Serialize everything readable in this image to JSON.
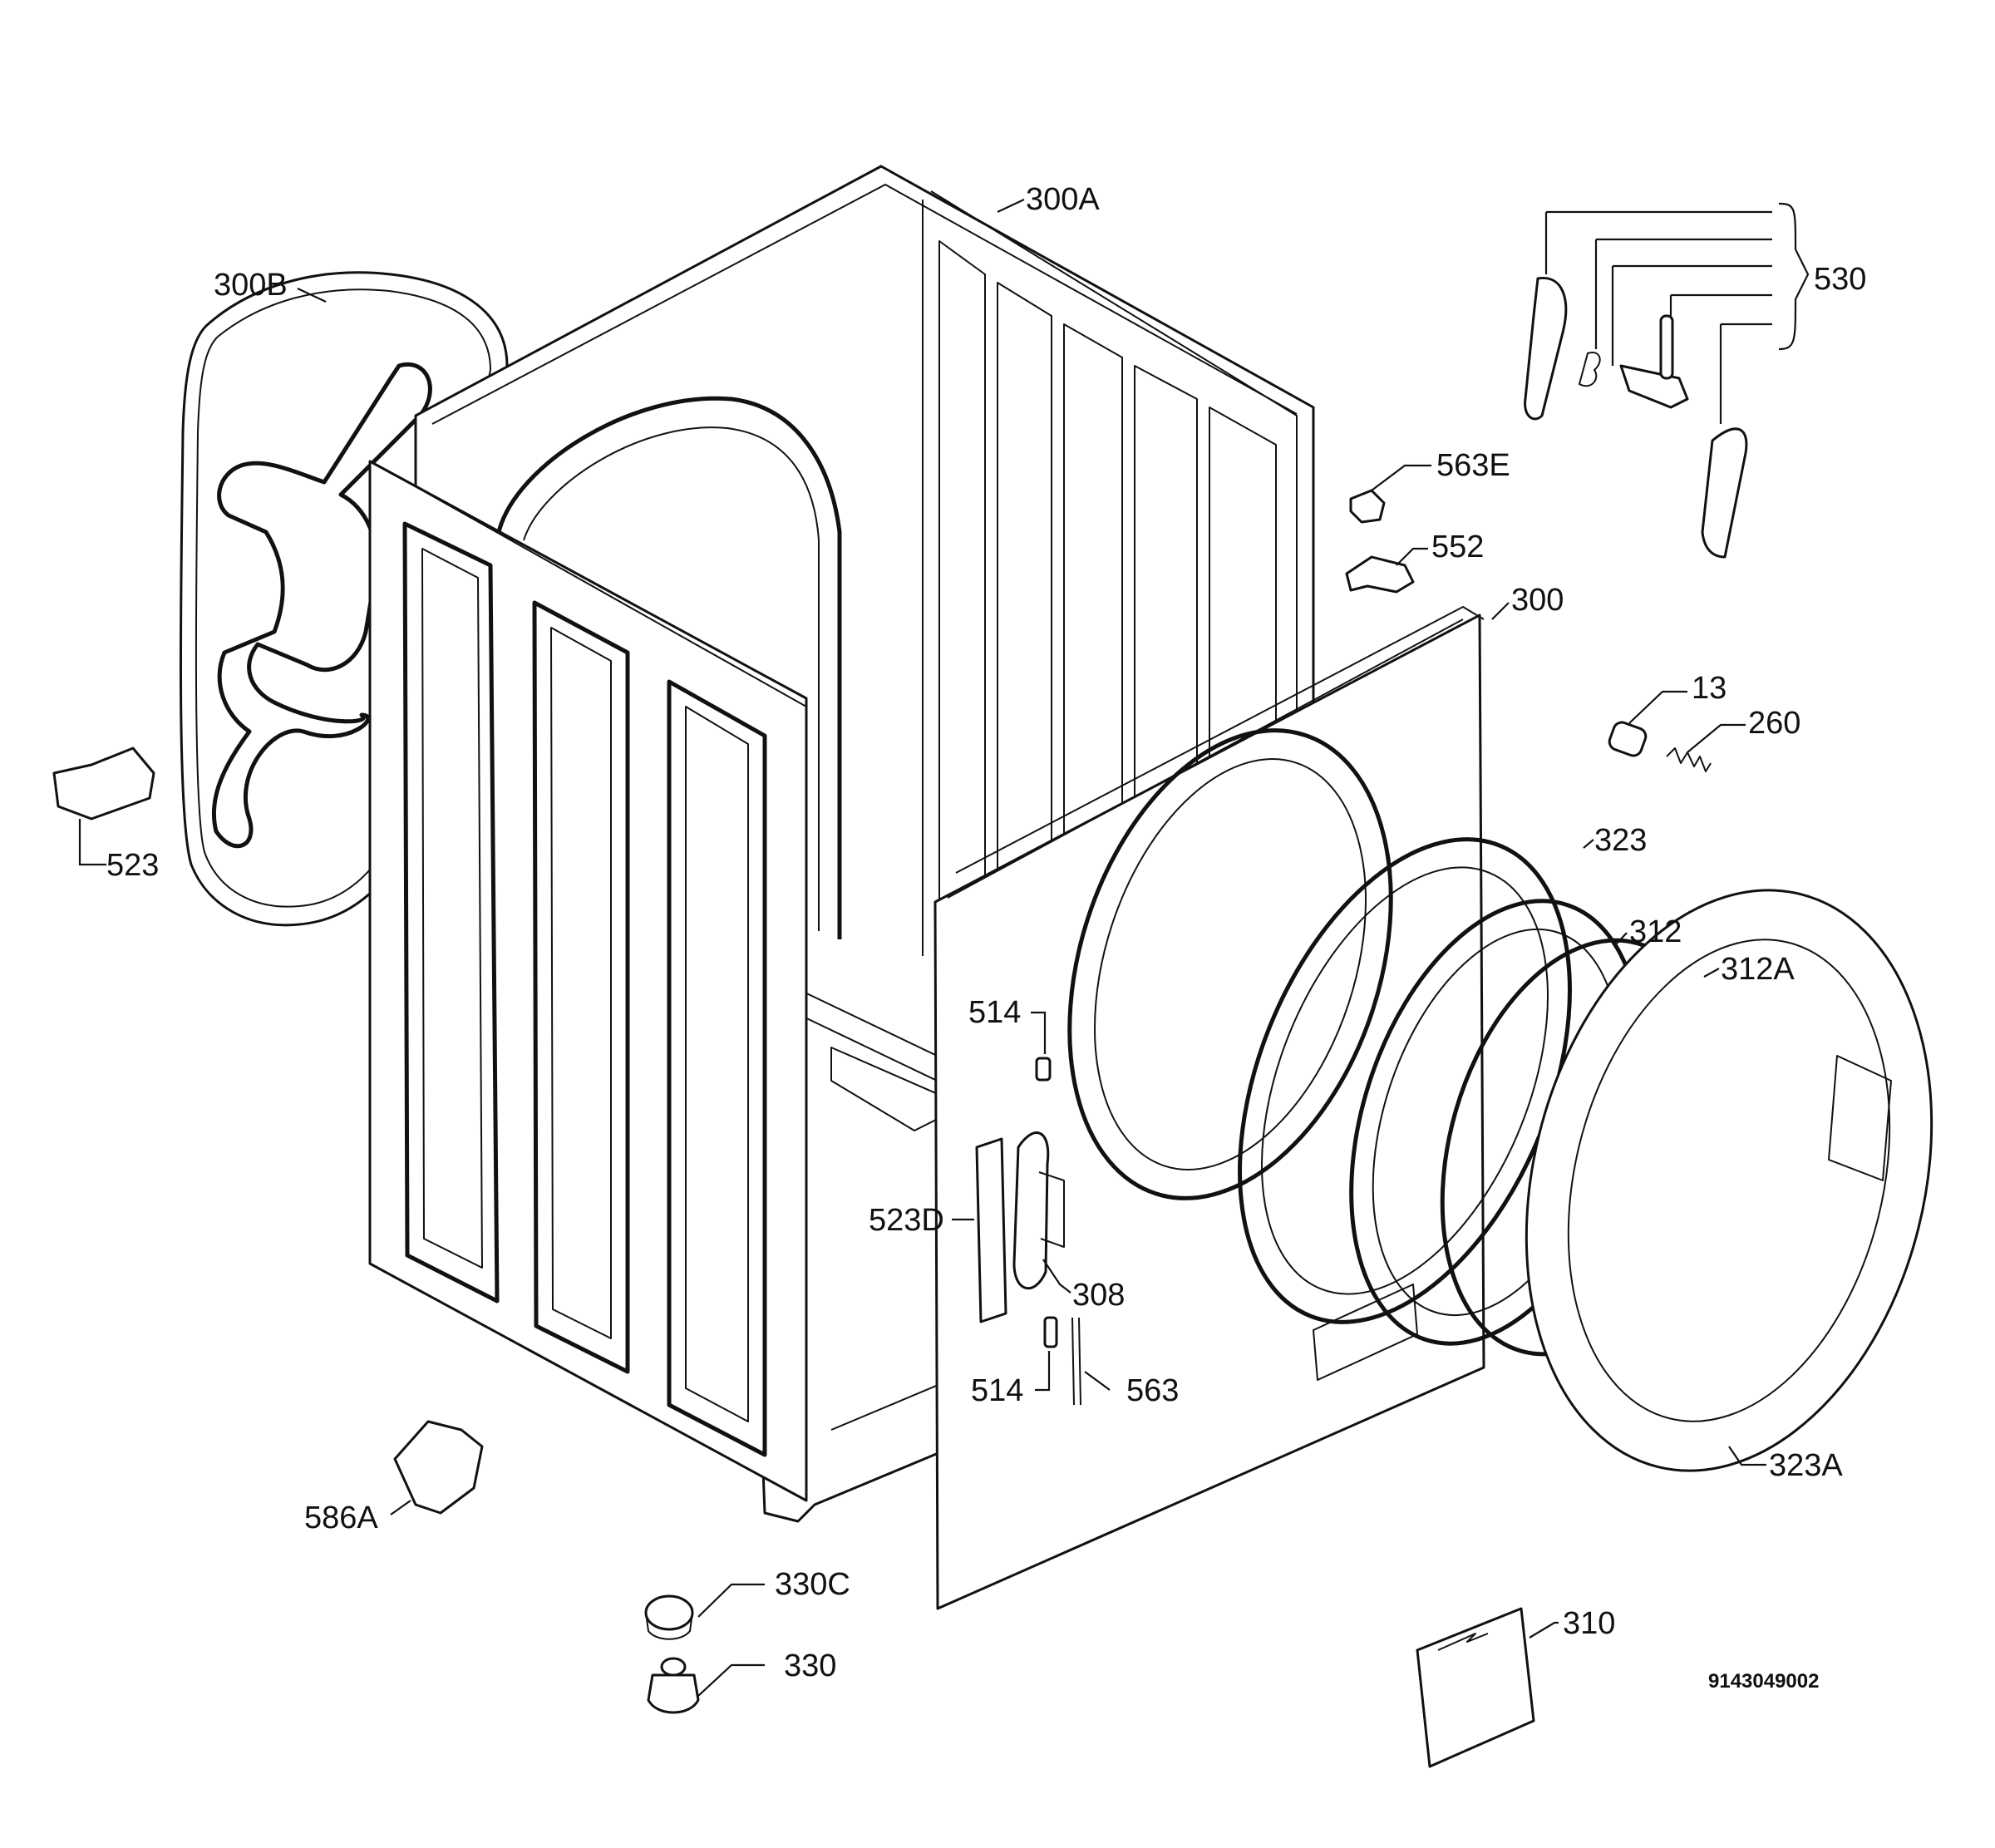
{
  "diagram": {
    "drawing_number": "9143049002",
    "labels": {
      "l300A": "300A",
      "l300B": "300B",
      "l530": "530",
      "l563E": "563E",
      "l552": "552",
      "l300": "300",
      "l13": "13",
      "l260": "260",
      "l523": "523",
      "l323": "323",
      "l312": "312",
      "l312A": "312A",
      "l514a": "514",
      "l523D": "523D",
      "l308": "308",
      "l514b": "514",
      "l563": "563",
      "l323A": "323A",
      "l586A": "586A",
      "l330C": "330C",
      "l330": "330",
      "l310": "310"
    }
  }
}
